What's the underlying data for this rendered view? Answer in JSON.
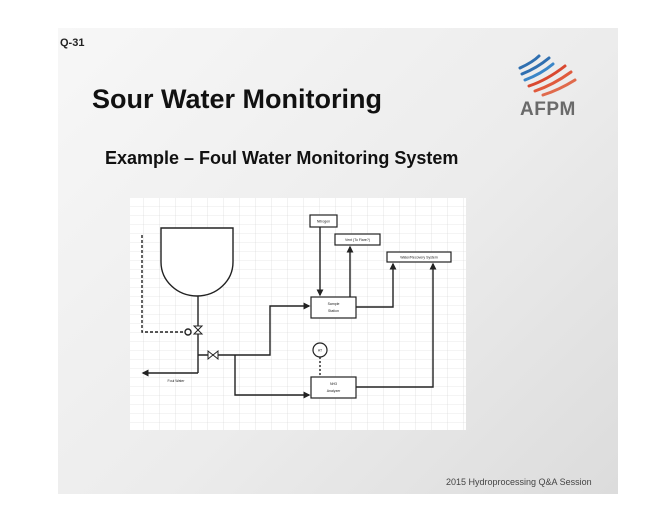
{
  "slide": {
    "question_number": "Q-31",
    "title": "Sour Water Monitoring",
    "subtitle": "Example – Foul Water Monitoring System",
    "logo_text": "AFPM",
    "footer": "2015 Hydroprocessing Q&A Session"
  },
  "diagram": {
    "nitrogen_box": "Nitrogen",
    "vent_box": "Vent (To Flare?)",
    "recovery_box": "Water/Recovery System",
    "sample_station": [
      "Sample",
      "Station"
    ],
    "analyzer": [
      "NH3",
      "Analyzer"
    ],
    "instrument_tag": "AT",
    "outlet_label": "Foul Water"
  },
  "colors": {
    "logo_blue": "#2f6fb0",
    "logo_red": "#d9482f",
    "logo_text": "#6a6a6a"
  }
}
